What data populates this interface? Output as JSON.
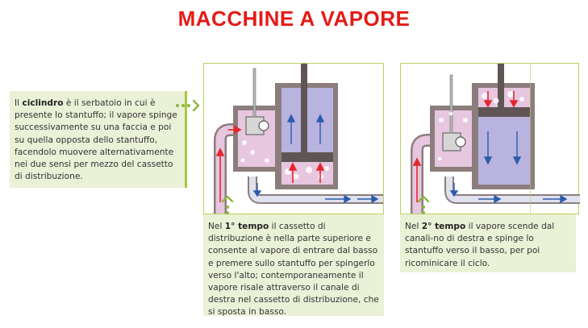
{
  "title": "MACCHINE A VAPORE",
  "intro": {
    "pre": "Il ",
    "bold": "ciclindro",
    "post": " è il serbatoio in cui è presente lo stantuffo; il vapore spinge successivamente su una faccia e poi su quella opposta dello stantuffo, facendolo muovere alternativamente nei due sensi per mezzo del cassetto di distribuzione."
  },
  "captions": [
    {
      "pre": "Nel ",
      "bold": "1° tempo",
      "post": " il cassetto di distribuzione è nella parte superiore e consente al vapore di entrare dal basso e premere sullo stantuffo per spingerlo verso l'alto; contemporaneamente il vapore risale attraverso il canale di destra nel cassetto di distribuzione, che si sposta in basso."
    },
    {
      "pre": "Nel ",
      "bold": "2° tempo",
      "post": " il vapore scende dal canali-no di destra e spinge lo stantuffo verso il basso, per poi ricominicare il ciclo."
    }
  ],
  "colors": {
    "title": "#e41b17",
    "caption_background": "#eaf1d6",
    "panel_border": "#b7d25a",
    "connector_dots": "#8db63c",
    "machine_body": "#8c7d7d",
    "steam_pipe": "#e7c6df",
    "steam_flow_arrow": "#e4262c",
    "cylinder_chamber": "#b9b3e0",
    "exhaust_flow_arrow": "#2a5caa"
  }
}
